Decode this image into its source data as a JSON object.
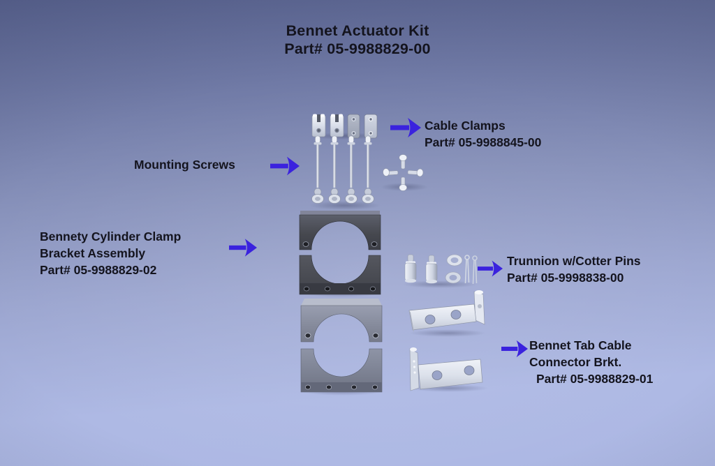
{
  "title": {
    "line1": "Bennet Actuator Kit",
    "line2": "Part# 05-9988829-00"
  },
  "labels": {
    "cable_clamps": {
      "line1": "Cable Clamps",
      "line2": "Part# 05-9988845-00"
    },
    "mounting_screws": {
      "line1": "Mounting Screws"
    },
    "bracket_assembly": {
      "line1": "Bennety Cylinder Clamp",
      "line2": "Bracket Assembly",
      "line3": "Part# 05-9988829-02"
    },
    "trunnion": {
      "line1": "Trunnion w/Cotter Pins",
      "line2": "Part# 05-9998838-00"
    },
    "tab_bracket": {
      "line1": "Bennet Tab Cable",
      "line2": "Connector Brkt.",
      "line3": "Part# 05-9988829-01"
    }
  },
  "parts": [
    "cable-clamps",
    "mounting-screws",
    "machine-screws-cross",
    "cylinder-clamp-upper-pair",
    "cylinder-clamp-lower-pair",
    "trunnion-pins",
    "washers",
    "cotter-pins",
    "angle-bracket-top",
    "angle-bracket-bottom"
  ],
  "colors": {
    "arrow": "#3a22de",
    "label_text": "#14141e",
    "background_top": "#5c6693",
    "background_bottom": "#adb8e4",
    "dark_block_metal": "#43454e",
    "light_block_metal": "#878c9c",
    "silver_part": "#e8ecf4"
  }
}
